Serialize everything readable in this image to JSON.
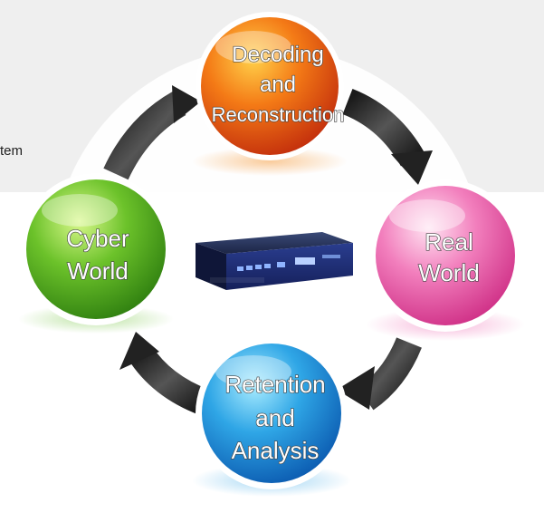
{
  "background": {
    "partial_text": "tem"
  },
  "nodes": [
    {
      "id": "decoding",
      "lines": [
        "Decoding",
        "and",
        "Reconstruction"
      ],
      "color": "#e8521a"
    },
    {
      "id": "real-world",
      "lines": [
        "Real",
        "World"
      ],
      "color": "#e94c9e"
    },
    {
      "id": "retention",
      "lines": [
        "Retention",
        "and",
        "Analysis"
      ],
      "color": "#1f8fd6"
    },
    {
      "id": "cyber-world",
      "lines": [
        "Cyber",
        "World"
      ],
      "color": "#4caa1e"
    }
  ],
  "center": {
    "icon": "network-appliance-icon"
  },
  "icons": [
    "cycle-arrow-icon"
  ]
}
